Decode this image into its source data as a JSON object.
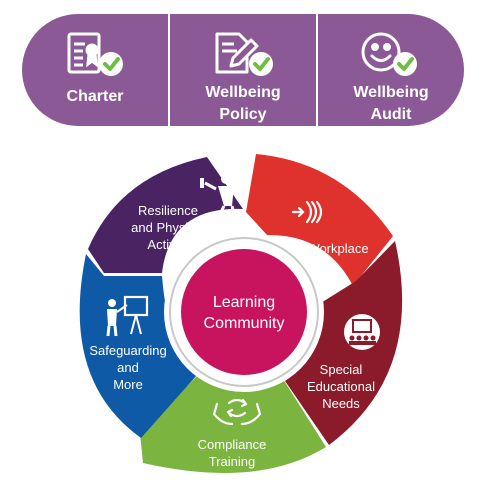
{
  "top_bar": {
    "items": [
      {
        "label": "Charter",
        "icon": "certificate-icon"
      },
      {
        "label": "Wellbeing\nPolicy",
        "icon": "document-pencil-icon"
      },
      {
        "label": "Wellbeing\nAudit",
        "icon": "smiley-face-icon"
      }
    ],
    "background_color": "#8b5a96",
    "check_color": "#6fbe44"
  },
  "wheel": {
    "center_label_line1": "Learning",
    "center_label_line2": "Community",
    "center_color": "#c8145f",
    "segments": [
      {
        "line1": "Resilience",
        "line2": "and Physical",
        "line3": "Activity",
        "color": "#4a2362",
        "icon": "fitness-icon"
      },
      {
        "line1": "Workplace",
        "color": "#e0322c",
        "icon": "arrow-forward-icon"
      },
      {
        "line1": "Special",
        "line2": "Educational",
        "line3": "Needs",
        "color": "#8b1a2b",
        "icon": "group-presentation-icon"
      },
      {
        "line1": "Compliance",
        "line2": "Training",
        "color": "#7cb440",
        "icon": "hands-recycle-icon"
      },
      {
        "line1": "Safeguarding",
        "line2": "and",
        "line3": "More",
        "color": "#0e5aa7",
        "icon": "teacher-board-icon"
      }
    ]
  }
}
